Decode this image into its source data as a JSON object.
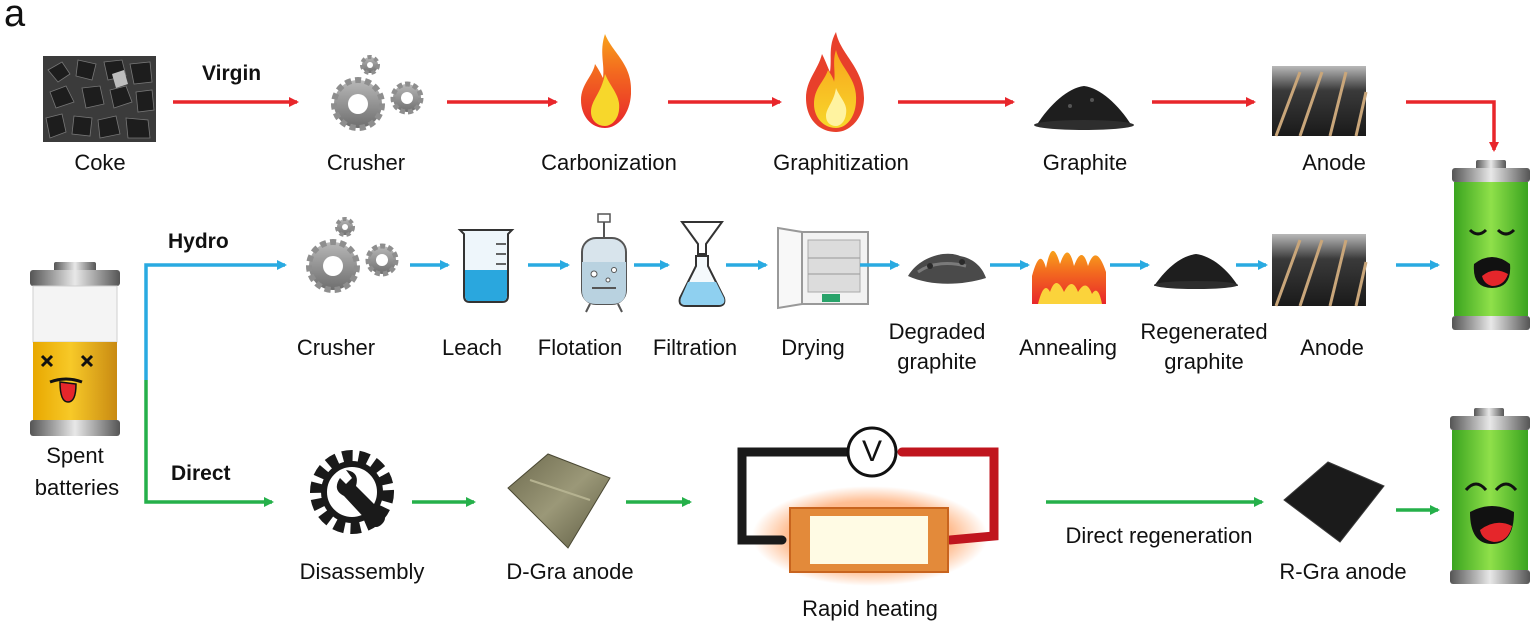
{
  "panel_label": "a",
  "routes": {
    "virgin": "Virgin",
    "hydro": "Hydro",
    "direct": "Direct"
  },
  "virgin_steps": {
    "coke": "Coke",
    "crusher": "Crusher",
    "carbonization": "Carbonization",
    "graphitization": "Graphitization",
    "graphite": "Graphite",
    "anode": "Anode"
  },
  "spent": {
    "line1": "Spent",
    "line2": "batteries"
  },
  "hydro_steps": {
    "crusher": "Crusher",
    "leach": "Leach",
    "flotation": "Flotation",
    "filtration": "Filtration",
    "drying": "Drying",
    "degraded_line1": "Degraded",
    "degraded_line2": "graphite",
    "annealing": "Annealing",
    "regenerated_line1": "Regenerated",
    "regenerated_line2": "graphite",
    "anode": "Anode"
  },
  "direct_steps": {
    "disassembly": "Disassembly",
    "d_gra_anode": "D-Gra anode",
    "rapid_heating": "Rapid heating",
    "direct_regeneration": "Direct regeneration",
    "r_gra_anode": "R-Gra anode",
    "voltmeter": "V"
  },
  "colors": {
    "virgin_arrow": "#e8262b",
    "hydro_arrow": "#29aae1",
    "direct_arrow": "#25b04a",
    "battery_green": "#4cbf2a",
    "battery_yellow": "#f2b705",
    "graphite": "#1e1e1e"
  }
}
